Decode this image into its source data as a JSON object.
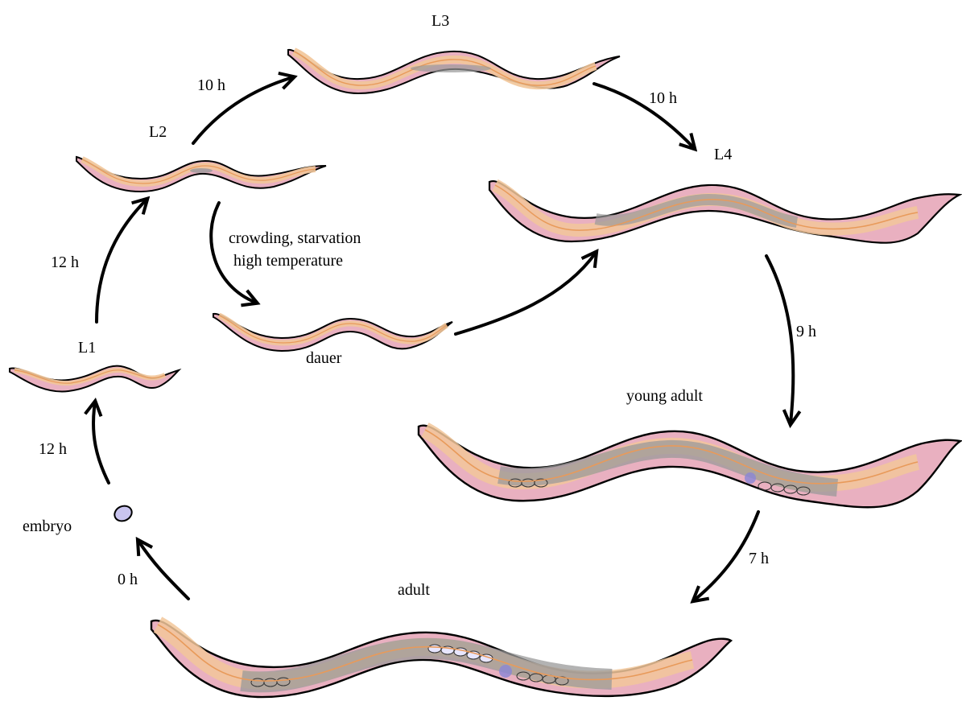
{
  "stages": {
    "l1": "L1",
    "l2": "L2",
    "l3": "L3",
    "l4": "L4",
    "dauer": "dauer",
    "young_adult": "young adult",
    "adult": "adult",
    "embryo": "embryo"
  },
  "durations": {
    "embryo_to_l1": "12 h",
    "l1_to_l2": "12 h",
    "l2_to_l3": "10 h",
    "l3_to_l4": "10 h",
    "l4_to_young_adult": "9 h",
    "young_adult_to_adult": "7 h",
    "adult_to_embryo": "0 h"
  },
  "dauer_conditions": {
    "line1": "crowding, starvation",
    "line2": "high temperature"
  },
  "colors": {
    "body": "#e9b0c0",
    "cuticle_outline": "#000000",
    "gut": "#f2c79a",
    "gonad": "#9a9a9a",
    "nerve_line": "#e89a5a",
    "embryo": "#c9c4ef",
    "arrow": "#000000"
  }
}
